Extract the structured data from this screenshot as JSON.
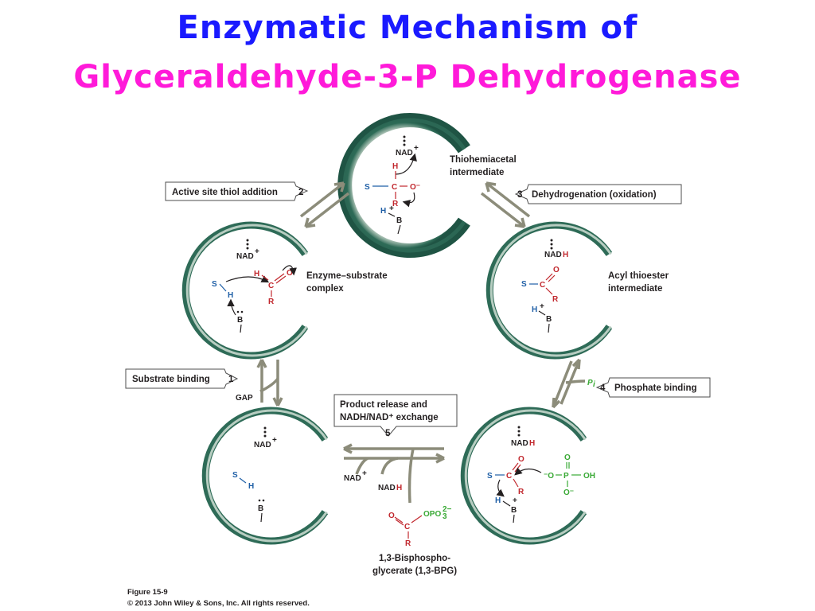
{
  "title": {
    "line1": "Enzymatic Mechanism of",
    "line2": "Glyceraldehyde-3-P Dehydrogenase"
  },
  "steps": {
    "s1": {
      "num": "1",
      "label": "Substrate binding"
    },
    "s2": {
      "num": "2",
      "label": "Active site thiol addition"
    },
    "s3": {
      "num": "3",
      "label": "Dehydrogenation (oxidation)"
    },
    "s4": {
      "num": "4",
      "label": "Phosphate binding"
    },
    "s5": {
      "num": "5",
      "label_line1": "Product release and",
      "label_line2": "NADH/NAD⁺ exchange"
    }
  },
  "intermediates": {
    "thiohemiacetal_l1": "Thiohemiacetal",
    "thiohemiacetal_l2": "intermediate",
    "enzyme_substrate_l1": "Enzyme–substrate",
    "enzyme_substrate_l2": "complex",
    "acyl_l1": "Acyl thioester",
    "acyl_l2": "intermediate"
  },
  "chem": {
    "nad": "NAD",
    "nadh_n": "NAD",
    "nadh_h": "H",
    "plus": "+",
    "S": "S",
    "H": "H",
    "C": "C",
    "O": "O",
    "R": "R",
    "B": "B",
    "Ominus": "O⁻",
    "gap": "GAP",
    "pi": "P",
    "pi_sub": "i",
    "opo3": "OPO",
    "opo3_sub": "3",
    "opo3_sup": "2−",
    "phos_left": "⁻O",
    "phos_P": "P",
    "phos_OH": "OH",
    "phos_bottom": "O⁻"
  },
  "product": {
    "line1": "1,3-Bisphospho-",
    "line2": "glycerate (1,3-BPG)"
  },
  "figure": {
    "number": "Figure 15-9",
    "copyright": "© 2013 John Wiley & Sons, Inc. All rights reserved."
  },
  "colors": {
    "enzyme_green": "#2e6b57",
    "arrow_gray": "#8c8c7a",
    "chem_red": "#c1272d",
    "chem_blue": "#1f5fa6",
    "chem_green": "#39a935",
    "title_blue": "#1a1aff",
    "title_magenta": "#ff1ad9"
  }
}
